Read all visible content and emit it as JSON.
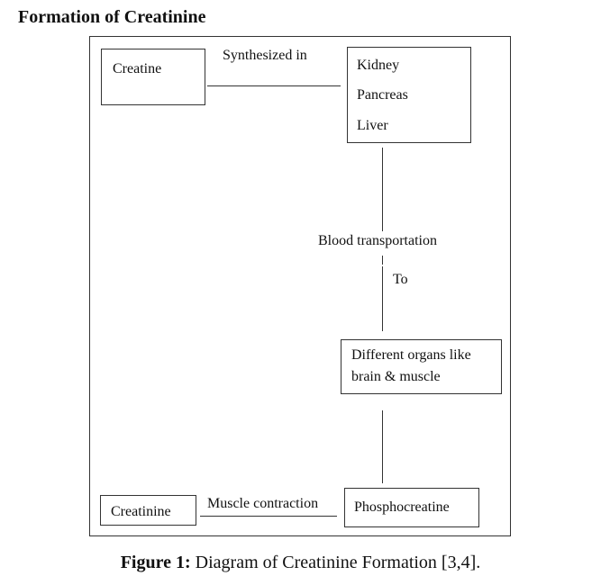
{
  "heading": "Formation of Creatinine",
  "nodes": {
    "creatine": "Creatine",
    "organs": [
      "Kidney",
      "Pancreas",
      "Liver"
    ],
    "target_organs": [
      "Different organs like",
      "brain & muscle"
    ],
    "phosphocreatine": "Phosphocreatine",
    "creatinine": "Creatinine"
  },
  "edges": {
    "synthesized": "Synthesized in",
    "blood": "Blood transportation",
    "to": "To",
    "muscle": "Muscle contraction"
  },
  "caption": {
    "label": "Figure 1:",
    "text": " Diagram of Creatinine Formation [3,4]."
  }
}
